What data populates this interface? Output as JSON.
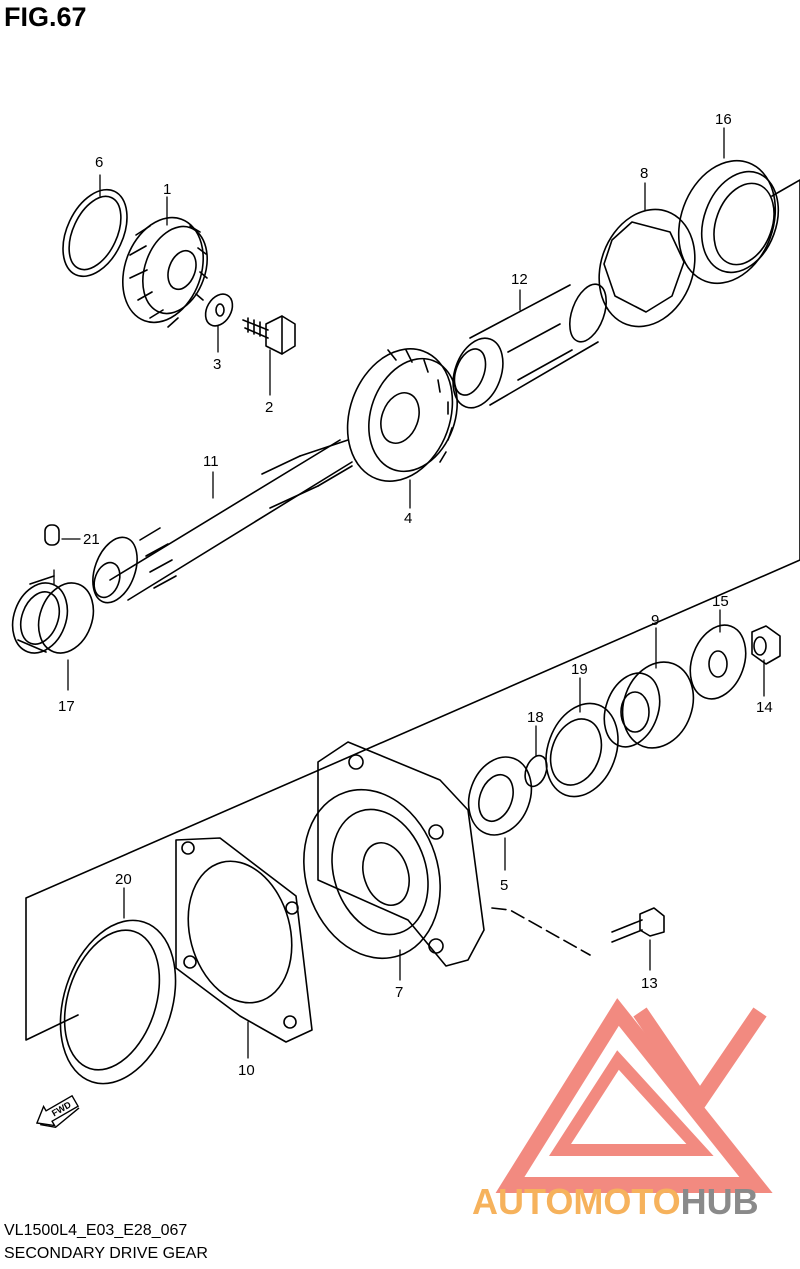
{
  "figure": {
    "title": "FIG.67",
    "code": "VL1500L4_E03_E28_067",
    "caption": "SECONDARY DRIVE GEAR"
  },
  "callouts": [
    "1",
    "2",
    "3",
    "4",
    "5",
    "6",
    "7",
    "8",
    "9",
    "10",
    "11",
    "12",
    "13",
    "14",
    "15",
    "16",
    "17",
    "18",
    "19",
    "20",
    "21"
  ],
  "fwd_marker": "FWD",
  "watermark": {
    "text_part1": "AUTOMOTO",
    "text_part2": "HUB",
    "colors": {
      "part1": "#f6b25c",
      "part2": "#8a8a8a",
      "logo": "#f0766a"
    }
  }
}
